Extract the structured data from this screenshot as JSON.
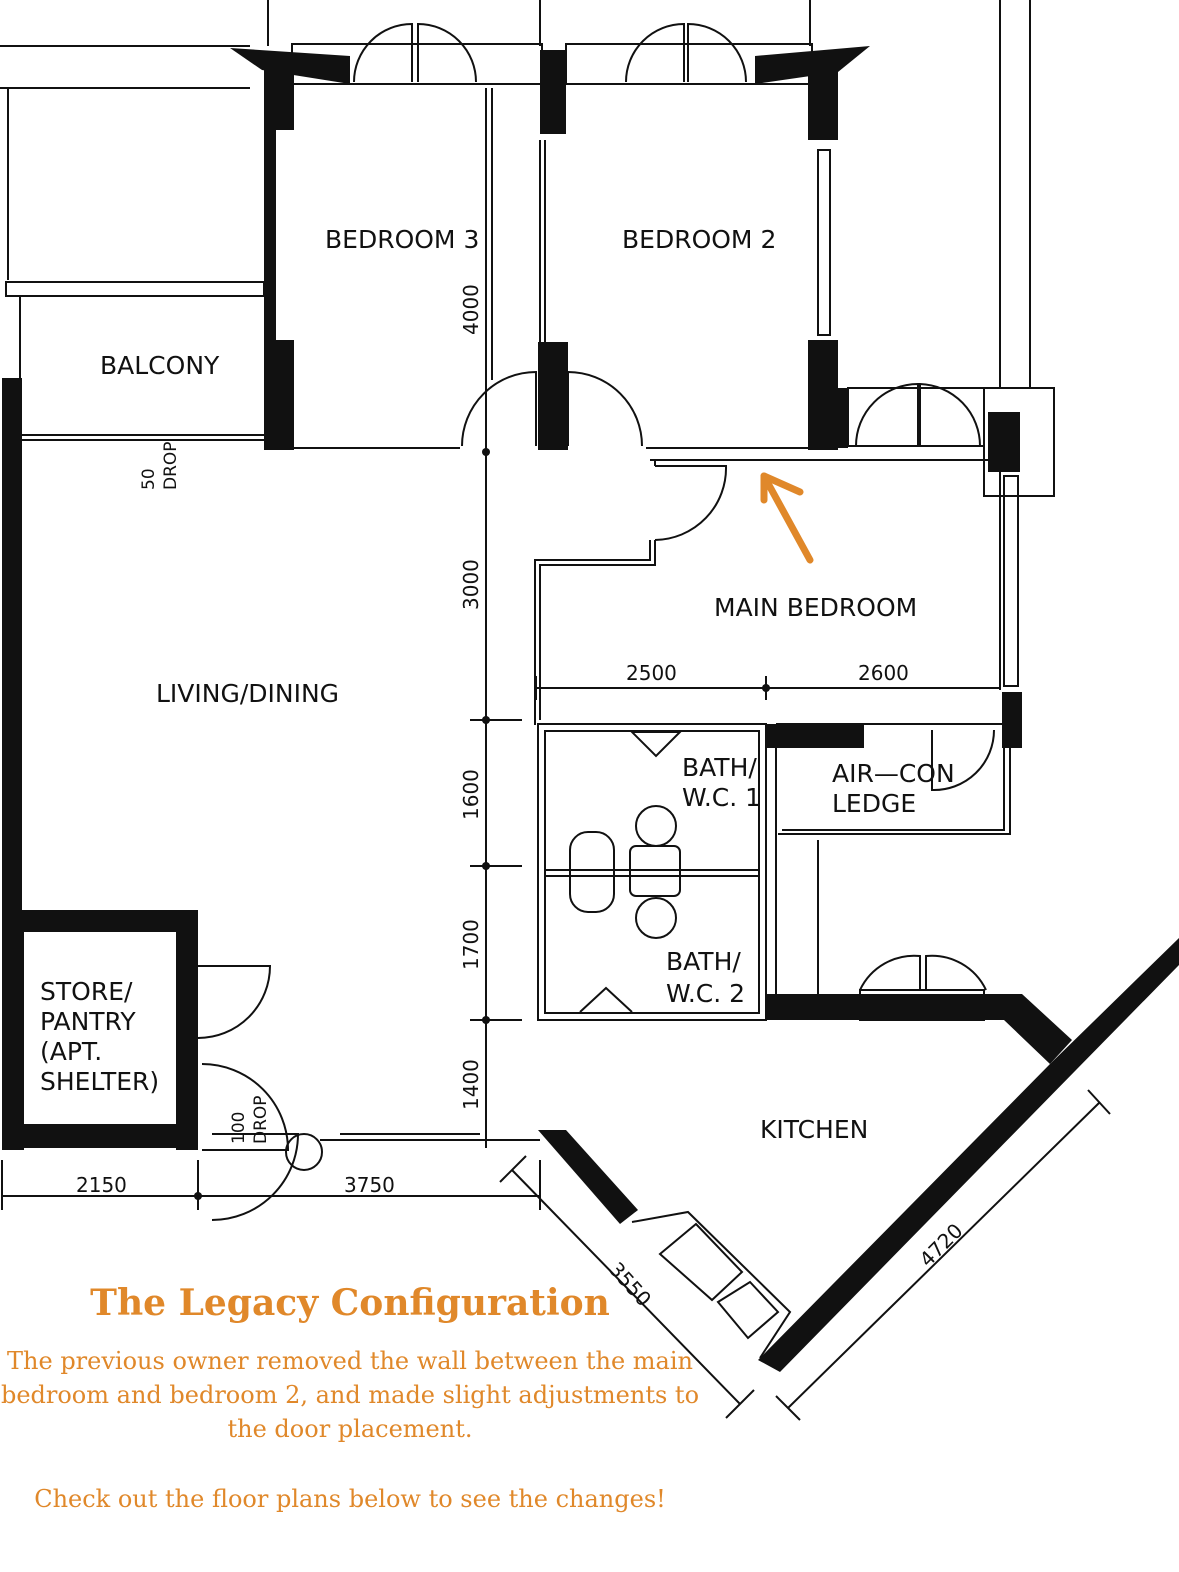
{
  "rooms": {
    "bedroom3": "BEDROOM 3",
    "bedroom2": "BEDROOM 2",
    "balcony": "BALCONY",
    "living": "LIVING/DINING",
    "main_bedroom": "MAIN BEDROOM",
    "bath1_line1": "BATH/",
    "bath1_line2": "W.C. 1",
    "bath2_line1": "BATH/",
    "bath2_line2": "W.C. 2",
    "aircon_line1": "AIR—CON",
    "aircon_line2": "LEDGE",
    "store_line1": "STORE/",
    "store_line2": "PANTRY",
    "store_line3": "(APT.",
    "store_line4": "SHELTER)",
    "kitchen": "KITCHEN"
  },
  "dimensions": {
    "d4000": "4000",
    "d3000": "3000",
    "d1600": "1600",
    "d1700": "1700",
    "d1400": "1400",
    "d2500": "2500",
    "d2600": "2600",
    "d2150": "2150",
    "d3750": "3750",
    "d3550": "3550",
    "d4720": "4720",
    "drop50_a": "50",
    "drop50_b": "DROP",
    "drop100_a": "100",
    "drop100_b": "DROP"
  },
  "caption": {
    "title": "The Legacy Configuration",
    "body": "The previous owner removed the wall between the main bedroom and bedroom 2, and made slight adjustments to the door placement.",
    "cta": "Check out the floor plans below to see the changes!"
  },
  "colors": {
    "accent": "#E0882A",
    "walls": "#111111"
  },
  "icons": {
    "arrow": "up-left-arrow"
  }
}
